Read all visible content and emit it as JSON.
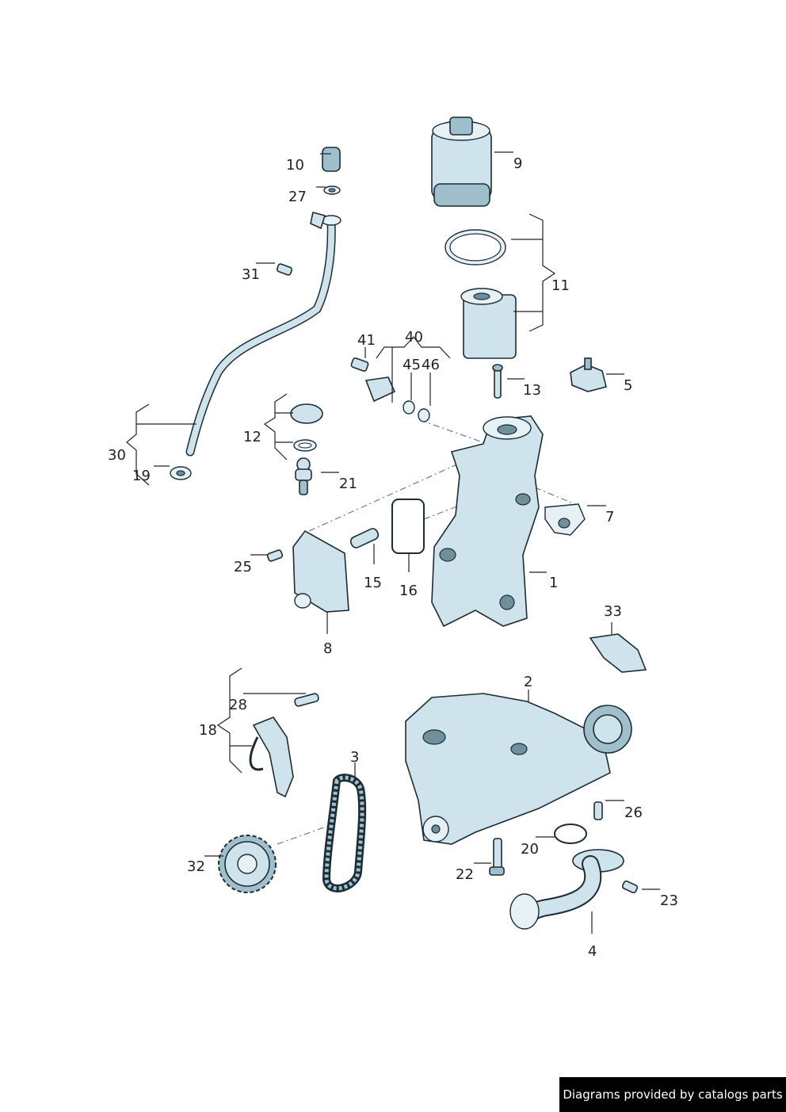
{
  "callouts": {
    "c1": "1",
    "c2": "2",
    "c3": "3",
    "c4": "4",
    "c5": "5",
    "c7": "7",
    "c8": "8",
    "c9": "9",
    "c10": "10",
    "c11": "11",
    "c12": "12",
    "c13": "13",
    "c15": "15",
    "c16": "16",
    "c18": "18",
    "c19": "19",
    "c20": "20",
    "c21": "21",
    "c22": "22",
    "c23": "23",
    "c25": "25",
    "c26": "26",
    "c27": "27",
    "c28": "28",
    "c30": "30",
    "c31": "31",
    "c32": "32",
    "c33": "33",
    "c40": "40",
    "c41": "41",
    "c45": "45",
    "c46": "46"
  },
  "watermark": "Diagrams provided by catalogs parts"
}
